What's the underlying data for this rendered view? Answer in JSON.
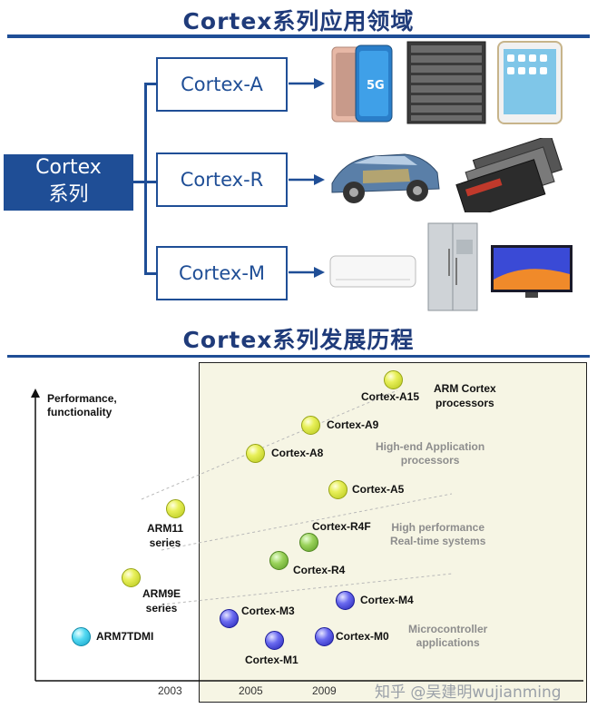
{
  "titles": {
    "top": "Cortex系列应用领域",
    "bottom": "Cortex系列发展历程"
  },
  "tree": {
    "root_line1": "Cortex",
    "root_line2": "系列",
    "branches": [
      "Cortex-A",
      "Cortex-R",
      "Cortex-M"
    ]
  },
  "chart": {
    "y_axis_label_line1": "Performance,",
    "y_axis_label_line2": "functionality",
    "years": [
      "2003",
      "2005",
      "2009"
    ],
    "points": {
      "a15": "Cortex-A15",
      "a9": "Cortex-A9",
      "a8": "Cortex-A8",
      "a5": "Cortex-A5",
      "r4f": "Cortex-R4F",
      "r4": "Cortex-R4",
      "m4": "Cortex-M4",
      "m3": "Cortex-M3",
      "m0": "Cortex-M0",
      "m1": "Cortex-M1",
      "arm11_line1": "ARM11",
      "arm11_line2": "series",
      "arm9e_line1": "ARM9E",
      "arm9e_line2": "series",
      "arm7": "ARM7TDMI"
    },
    "groups": {
      "arm_cortex_line1": "ARM Cortex",
      "arm_cortex_line2": "processors",
      "high_end_line1": "High-end Application",
      "high_end_line2": "processors",
      "realtime_line1": "High performance",
      "realtime_line2": "Real-time systems",
      "mcu_line1": "Microcontroller",
      "mcu_line2": "applications"
    }
  },
  "watermark": "知乎 @吴建明wujianming",
  "colors": {
    "brand_blue": "#1f4e96",
    "panel_bg": "#f6f5e4"
  }
}
